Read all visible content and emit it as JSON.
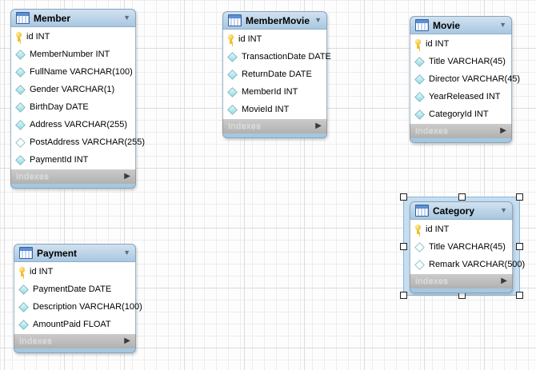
{
  "diagram": {
    "indexes_label": "Indexes",
    "collapse_glyph": "▼",
    "expand_glyph": "▶",
    "colors": {
      "header_blue": "#a8c7e1",
      "bottom_strip_blue": "#a6c7e0",
      "footer_gray": "#bdbdbd",
      "selection_fill_blue": "#c6def0",
      "key_yellow": "#f0c235",
      "diamond_cyan": "#9fe2ee",
      "grid_line": "#ededed"
    },
    "tables": [
      {
        "name": "Member",
        "selected": false,
        "columns": [
          {
            "icon": "key-icon",
            "text": "id INT"
          },
          {
            "icon": "diamond-filled-icon",
            "text": "MemberNumber INT"
          },
          {
            "icon": "diamond-filled-icon",
            "text": "FullName VARCHAR(100)"
          },
          {
            "icon": "diamond-filled-icon",
            "text": "Gender VARCHAR(1)"
          },
          {
            "icon": "diamond-filled-icon",
            "text": "BirthDay DATE"
          },
          {
            "icon": "diamond-filled-icon",
            "text": "Address VARCHAR(255)"
          },
          {
            "icon": "diamond-open-icon",
            "text": "PostAddress VARCHAR(255)"
          },
          {
            "icon": "diamond-filled-icon",
            "text": "PaymentId INT"
          }
        ]
      },
      {
        "name": "MemberMovie",
        "selected": false,
        "columns": [
          {
            "icon": "key-icon",
            "text": "id INT"
          },
          {
            "icon": "diamond-filled-icon",
            "text": "TransactionDate DATE"
          },
          {
            "icon": "diamond-filled-icon",
            "text": "ReturnDate DATE"
          },
          {
            "icon": "diamond-filled-icon",
            "text": "MemberId INT"
          },
          {
            "icon": "diamond-filled-icon",
            "text": "MovieId INT"
          }
        ]
      },
      {
        "name": "Movie",
        "selected": false,
        "columns": [
          {
            "icon": "key-icon",
            "text": "id INT"
          },
          {
            "icon": "diamond-filled-icon",
            "text": "Title VARCHAR(45)"
          },
          {
            "icon": "diamond-filled-icon",
            "text": "Director VARCHAR(45)"
          },
          {
            "icon": "diamond-filled-icon",
            "text": "YearReleased INT"
          },
          {
            "icon": "diamond-filled-icon",
            "text": "CategoryId INT"
          }
        ]
      },
      {
        "name": "Category",
        "selected": true,
        "columns": [
          {
            "icon": "key-icon",
            "text": "id INT"
          },
          {
            "icon": "diamond-open-icon",
            "text": "Title VARCHAR(45)"
          },
          {
            "icon": "diamond-open-icon",
            "text": "Remark VARCHAR(500)"
          }
        ]
      },
      {
        "name": "Payment",
        "selected": false,
        "columns": [
          {
            "icon": "key-icon",
            "text": "id INT"
          },
          {
            "icon": "diamond-filled-icon",
            "text": "PaymentDate DATE"
          },
          {
            "icon": "diamond-filled-icon",
            "text": "Description VARCHAR(100)"
          },
          {
            "icon": "diamond-filled-icon",
            "text": "AmountPaid FLOAT"
          }
        ]
      }
    ]
  }
}
